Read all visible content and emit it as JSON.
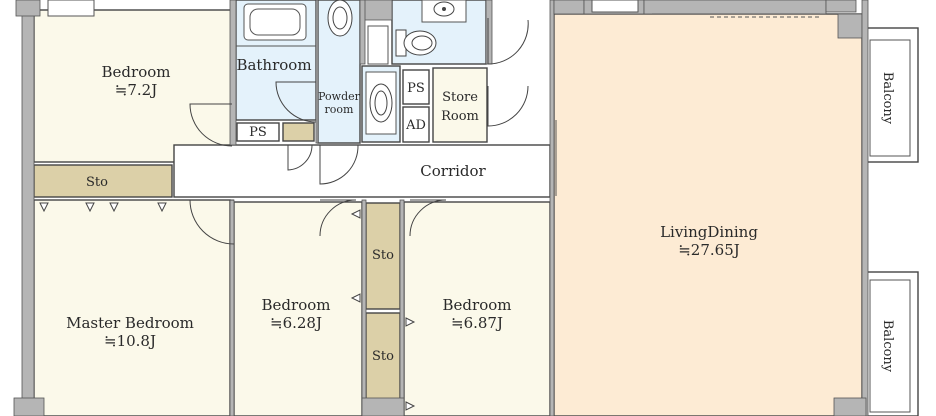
{
  "colors": {
    "bedroom_floor": "#fbf9ea",
    "living_floor": "#fdebd4",
    "wet_area_floor": "#e4f2fb",
    "storage_floor": "#dcd0a8",
    "corridor_floor": "#ffffff",
    "wall": "#b5b5b5",
    "line": "#444444"
  },
  "rooms": {
    "bedroom_top": {
      "name": "Bedroom",
      "size": "≒7.2J"
    },
    "bathroom": {
      "name": "Bathroom"
    },
    "powder_room": {
      "line1": "Powder",
      "line2": "room"
    },
    "ps_upper": "PS",
    "ps_lower": "PS",
    "ad": "AD",
    "store_room": {
      "line1": "Store",
      "line2": "Room"
    },
    "sto_left": "Sto",
    "corridor": "Corridor",
    "master_bedroom": {
      "name": "Master Bedroom",
      "size": "≒10.8J"
    },
    "bedroom_mid": {
      "name": "Bedroom",
      "size": "≒6.28J"
    },
    "sto_mid_upper": "Sto",
    "sto_mid_lower": "Sto",
    "bedroom_right": {
      "name": "Bedroom",
      "size": "≒6.87J"
    },
    "living_dining": {
      "name": "LivingDining",
      "size": "≒27.65J"
    },
    "balcony_upper": "Balcony",
    "balcony_lower": "Balcony"
  },
  "icons": [
    "bathtub-icon",
    "toilet-icon",
    "sink-icon",
    "washbasin-icon",
    "door-swing-icon",
    "closet-marker-icon"
  ]
}
